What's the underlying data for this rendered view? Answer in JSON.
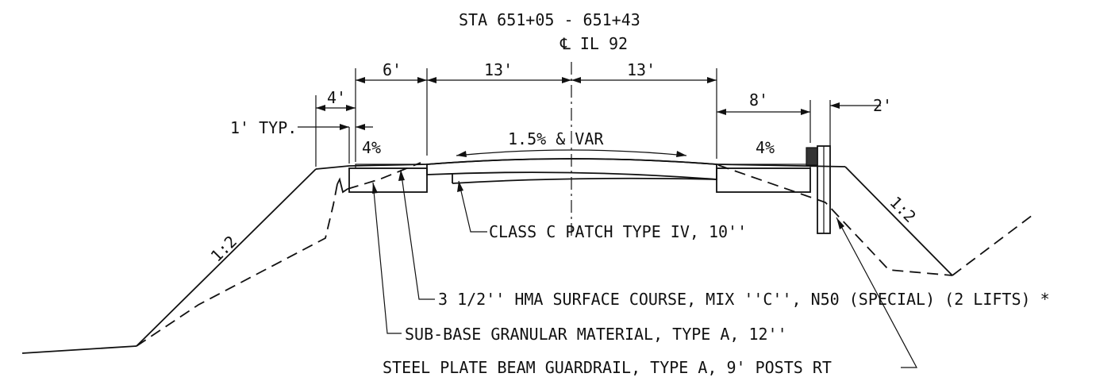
{
  "header": {
    "station_range": "STA 651+05 - 651+43",
    "centerline_label": "℄ IL 92"
  },
  "dimensions": {
    "sod_left": "4'",
    "shoulder_left": "6'",
    "lane_left": "13'",
    "lane_right": "13'",
    "shoulder_right": "8'",
    "guardrail_offset": "2'",
    "typical": "1' TYP."
  },
  "slopes": {
    "shoulder_left": "4%",
    "crown": "1.5% & VAR",
    "shoulder_right": "4%",
    "side_left": "1:2",
    "side_right": "1:2"
  },
  "callouts": {
    "patch": "CLASS C PATCH TYPE IV, 10''",
    "hma": "3 1/2'' HMA SURFACE COURSE, MIX ''C'', N50 (SPECIAL) (2 LIFTS) *",
    "subbase": "SUB-BASE GRANULAR MATERIAL, TYPE A, 12''",
    "guardrail": "STEEL PLATE BEAM GUARDRAIL, TYPE A, 9' POSTS RT"
  }
}
